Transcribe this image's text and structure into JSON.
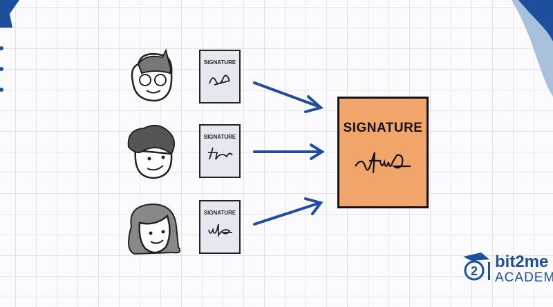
{
  "documents": [
    {
      "label": "SIGNATURE"
    },
    {
      "label": "SIGNATURE"
    },
    {
      "label": "SIGNATURE"
    }
  ],
  "combined_document": {
    "label": "SIGNATURE"
  },
  "logo": {
    "name": "bit2me",
    "subtitle": "ACADEMY",
    "badge": "2"
  },
  "colors": {
    "accent": "#1d4f9c",
    "combined": "#f2a56b",
    "doc": "#e6e8f0"
  }
}
